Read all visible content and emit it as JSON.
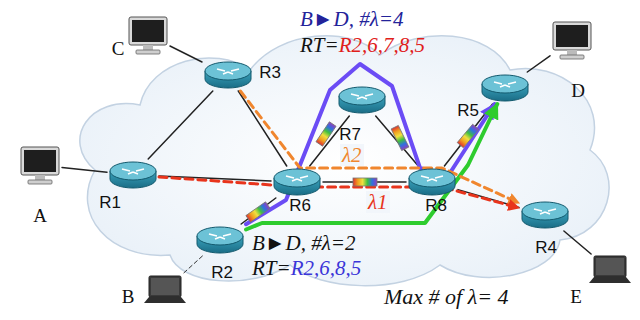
{
  "diagram": {
    "nodes": [
      {
        "text": [
          "C"
        ]
      },
      {
        "text": [
          "R3"
        ]
      },
      {
        "text": [
          "R7"
        ]
      },
      {
        "text": [
          "R5"
        ]
      },
      {
        "text": [
          "D"
        ]
      },
      {
        "text": [
          "A"
        ]
      },
      {
        "text": [
          "R1"
        ]
      },
      {
        "text": [
          "R6"
        ]
      },
      {
        "text": [
          "R8"
        ]
      },
      {
        "text": [
          "R2"
        ]
      },
      {
        "text": [
          "R4"
        ]
      },
      {
        "text": [
          "B"
        ]
      },
      {
        "text": [
          "E"
        ]
      }
    ],
    "edges": [
      {
        "from": 0,
        "to": 1,
        "arrow": "none"
      },
      {
        "from": 1,
        "to": 6,
        "arrow": "none"
      },
      {
        "from": 1,
        "to": 7,
        "arrow": "none"
      },
      {
        "from": 5,
        "to": 6,
        "arrow": "none"
      },
      {
        "from": 6,
        "to": 7,
        "arrow": "none"
      },
      {
        "from": 7,
        "to": 2,
        "arrow": "none"
      },
      {
        "from": 2,
        "to": 8,
        "arrow": "none"
      },
      {
        "from": 7,
        "to": 8,
        "arrow": "none"
      },
      {
        "from": 7,
        "to": 9,
        "arrow": "none"
      },
      {
        "from": 8,
        "to": 3,
        "arrow": "none"
      },
      {
        "from": 3,
        "to": 4,
        "arrow": "none"
      },
      {
        "from": 8,
        "to": 10,
        "arrow": "none"
      },
      {
        "from": 10,
        "to": 12,
        "arrow": "none"
      },
      {
        "from": 9,
        "to": 11,
        "arrow": "none"
      },
      {
        "from": 9,
        "to": 3,
        "arrow": "to"
      },
      {
        "from": 9,
        "to": 3,
        "arrow": "to"
      },
      {
        "from": 1,
        "to": 10,
        "arrow": "to"
      },
      {
        "from": 6,
        "to": 10,
        "arrow": "to"
      }
    ],
    "labels": [
      "B►D, #λ=4",
      "RT=",
      "R2,6,7,8,5",
      "λ2",
      "λ1",
      "B►D, #λ=2",
      "RT=",
      "R2,6,8,5",
      "Max # of λ= 4"
    ]
  }
}
